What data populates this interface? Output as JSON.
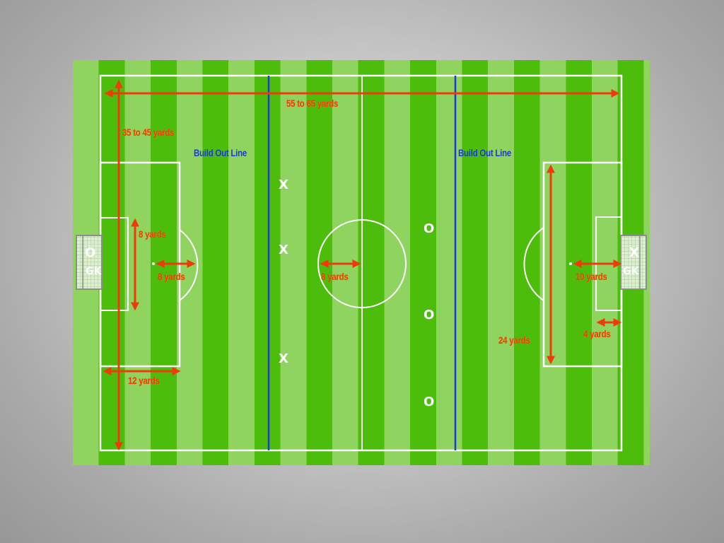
{
  "diagram": {
    "type": "soccer-field-layout",
    "colors": {
      "stripe_light": "#8ed45f",
      "stripe_dark": "#4cbd0a",
      "measure_line": "#ef3b0c",
      "build_out_line": "#1c3ad8",
      "field_line": "#ffffff",
      "background": "#c8c8c8"
    },
    "measurements": {
      "length": "55 to 65 yards",
      "width": "35 to 45 yards",
      "goal_width": "8 yards",
      "penalty_mark_left": "8 yards",
      "center_circle_radius": "8 yards",
      "penalty_area_depth": "12 yards",
      "penalty_mark_right": "10 yards",
      "goal_area_depth": "4 yards",
      "penalty_area_width": "24 yards"
    },
    "build_out_lines": {
      "left": "Build Out Line",
      "right": "Build Out Line"
    },
    "players": {
      "left_goalkeeper": {
        "symbol": "O",
        "role": "GK"
      },
      "right_goalkeeper": {
        "symbol": "X",
        "role": "GK"
      },
      "x_players": [
        "X",
        "X",
        "X"
      ],
      "o_players": [
        "O",
        "O",
        "O"
      ]
    }
  }
}
